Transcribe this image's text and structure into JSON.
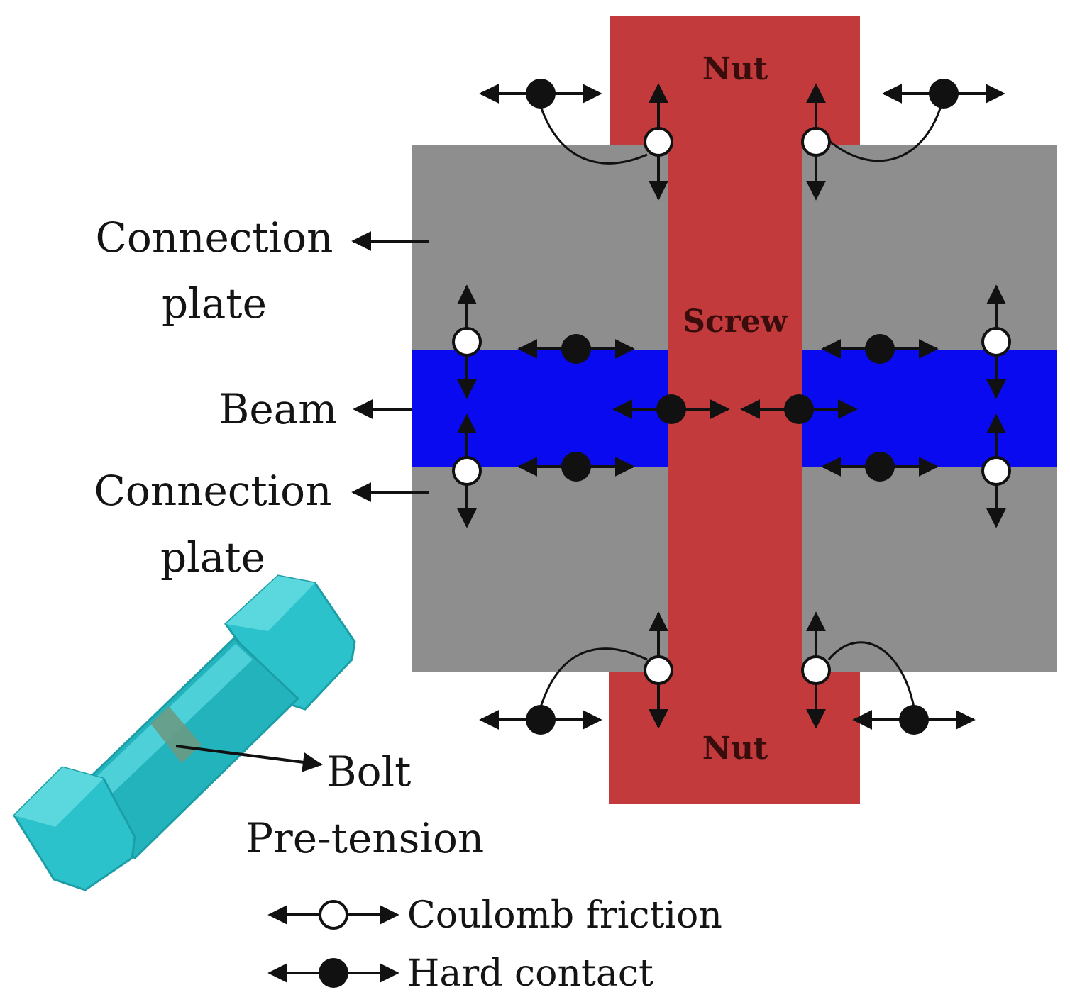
{
  "labels": {
    "nut_top": "Nut",
    "nut_bottom": "Nut",
    "screw": "Screw",
    "connection_plate_top_line1": "Connection",
    "connection_plate_top_line2": "plate",
    "beam": "Beam",
    "connection_plate_bottom_line1": "Connection",
    "connection_plate_bottom_line2": "plate",
    "bolt": "Bolt",
    "pre_tension": "Pre-tension"
  },
  "legend": {
    "coulomb_friction": "Coulomb friction",
    "hard_contact": "Hard contact"
  },
  "colors": {
    "plate": "#8e8e8e",
    "beam": "#0a0af0",
    "bolt_red": "#c23a3c",
    "bolt_3d": "#2cc2cc",
    "symbol": "#111111"
  }
}
